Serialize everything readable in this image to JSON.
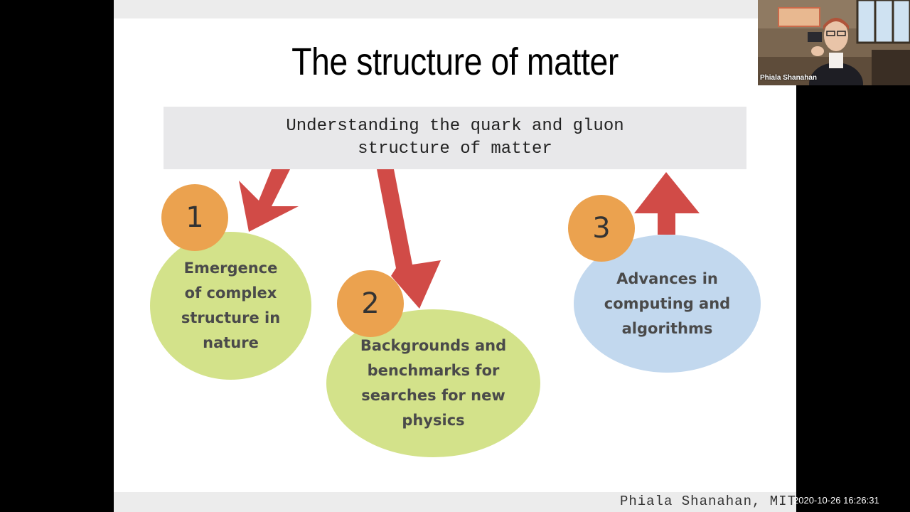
{
  "slide": {
    "title": "The structure of matter",
    "subtitle": "Understanding the quark and gluon\nstructure of matter",
    "items": [
      {
        "number": "1",
        "text": "Emergence\nof complex\nstructure in\nnature"
      },
      {
        "number": "2",
        "text": "Backgrounds and\nbenchmarks for\nsearches for new\nphysics"
      },
      {
        "number": "3",
        "text": "Advances in\ncomputing and\nalgorithms"
      }
    ],
    "footer": "Phiala Shanahan, MIT"
  },
  "meeting": {
    "participant_name": "Phiala Shanahan",
    "timestamp": "2020-10-26 16:26:31"
  },
  "colors": {
    "arrow": "#d14b47",
    "green_blob": "#d3e28a",
    "blue_blob": "#c2d8ee",
    "badge": "#eba24f"
  },
  "icons": {
    "arrow_down_left": "arrow-down-left-icon",
    "arrow_down": "arrow-down-icon",
    "arrow_up": "arrow-up-icon"
  }
}
